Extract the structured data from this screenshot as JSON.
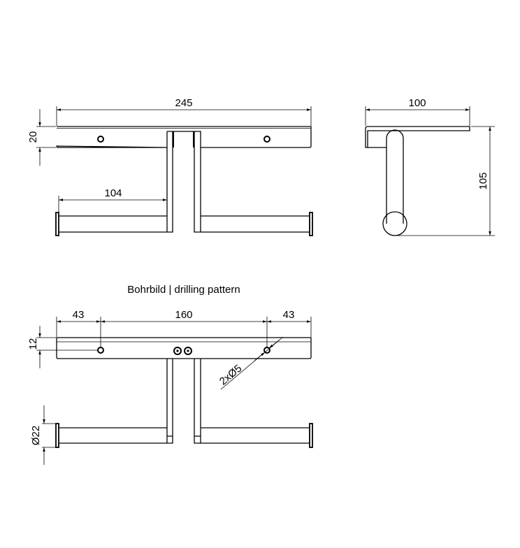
{
  "title": "Bohrbild | drilling pattern",
  "front_view": {
    "width": "245",
    "height": "20",
    "arm_length": "104"
  },
  "side_view": {
    "depth": "100",
    "height": "105"
  },
  "drilling_view": {
    "left_offset": "43",
    "hole_spacing": "160",
    "right_offset": "43",
    "hole_height": "12",
    "hole_spec": "2xØ5",
    "roll_diameter": "Ø22"
  }
}
